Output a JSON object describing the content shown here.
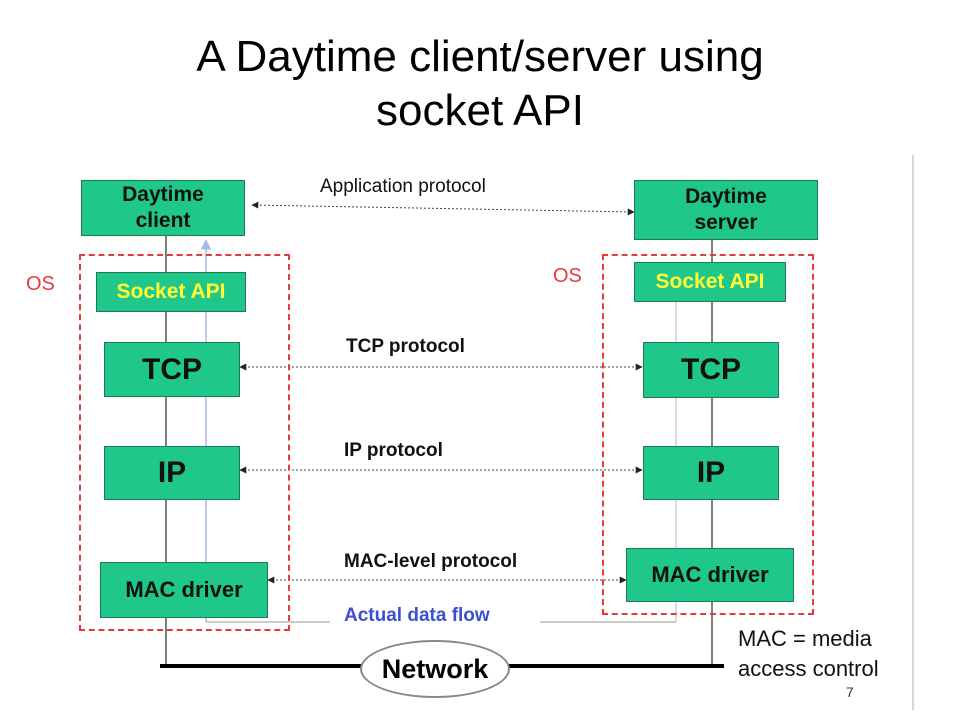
{
  "title": "A Daytime client/server using\nsocket API",
  "client": {
    "daytime": "Daytime\nclient",
    "socket_api": "Socket API",
    "tcp": "TCP",
    "ip": "IP",
    "mac": "MAC driver",
    "os": "OS"
  },
  "server": {
    "daytime": "Daytime\nserver",
    "socket_api": "Socket API",
    "tcp": "TCP",
    "ip": "IP",
    "mac": "MAC driver",
    "os": "OS"
  },
  "protocols": {
    "application": "Application protocol",
    "tcp": "TCP protocol",
    "ip": "IP protocol",
    "mac": "MAC-level protocol",
    "actual_flow": "Actual data flow"
  },
  "network": "Network",
  "note": "MAC = media\naccess control",
  "page_number": "7",
  "colors": {
    "box_fill": "#1fc78a",
    "socket_text": "#ffff33",
    "os_frame": "#e53b3b",
    "flow_text": "#3b4fd6"
  }
}
